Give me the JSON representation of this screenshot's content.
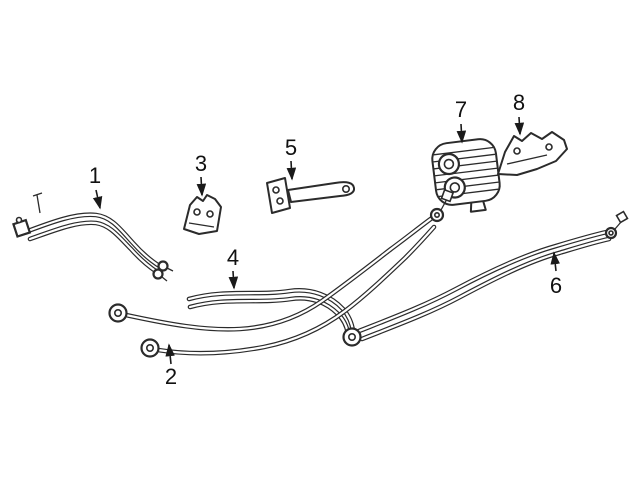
{
  "diagram": {
    "type": "auto-parts-line-diagram",
    "colors": {
      "background": "#ffffff",
      "line": "#2b2b2b",
      "text": "#111111"
    },
    "callouts": [
      {
        "label": "1"
      },
      {
        "label": "2"
      },
      {
        "label": "3"
      },
      {
        "label": "4"
      },
      {
        "label": "5"
      },
      {
        "label": "6"
      },
      {
        "label": "7"
      },
      {
        "label": "8"
      }
    ]
  }
}
